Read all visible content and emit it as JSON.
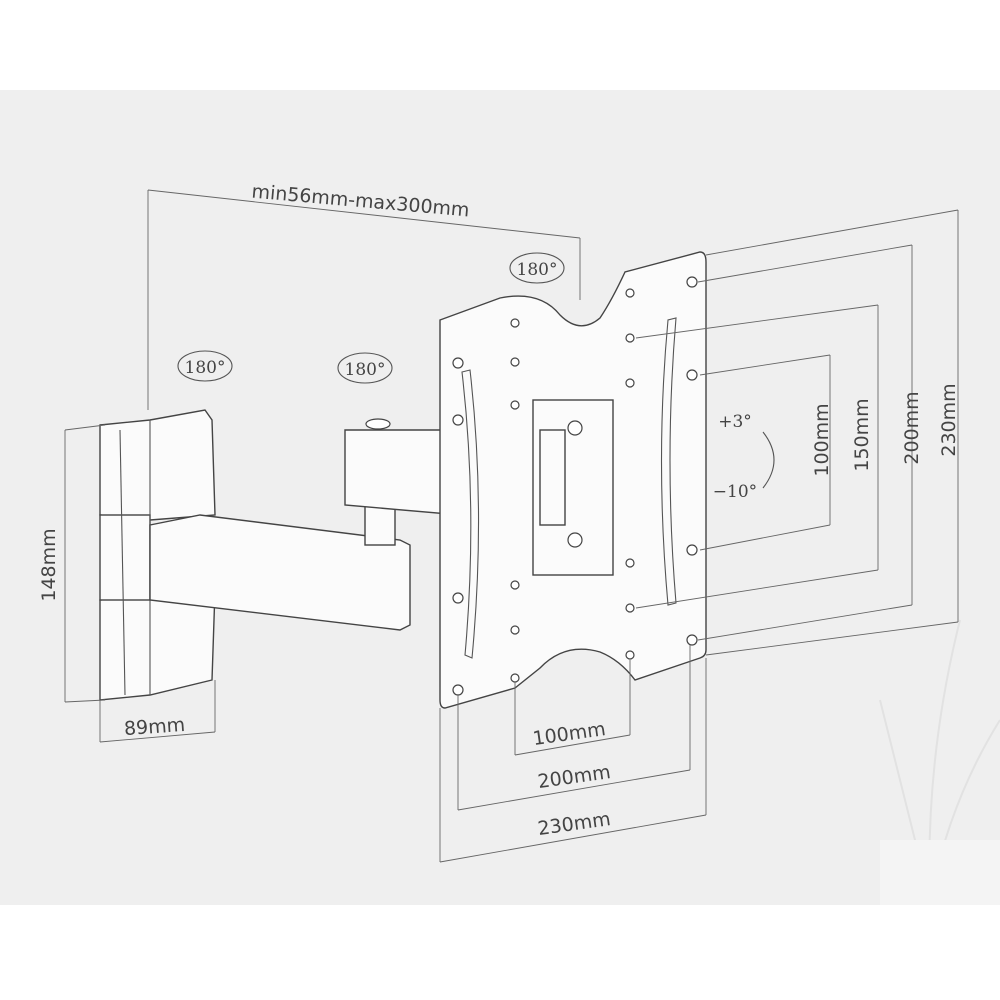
{
  "diagram": {
    "arm_extension": "min56mm-max300mm",
    "rotation_labels": [
      "180°",
      "180°",
      "180°"
    ],
    "tilt_up": "+3°",
    "tilt_down": "−10°",
    "vertical_dims": [
      "100mm",
      "150mm",
      "200mm",
      "230mm"
    ],
    "horizontal_dims": [
      "100mm",
      "200mm",
      "230mm"
    ],
    "wall_plate_height": "148mm",
    "wall_plate_width": "89mm"
  },
  "colors": {
    "background": "#efefef",
    "line": "#444444"
  }
}
